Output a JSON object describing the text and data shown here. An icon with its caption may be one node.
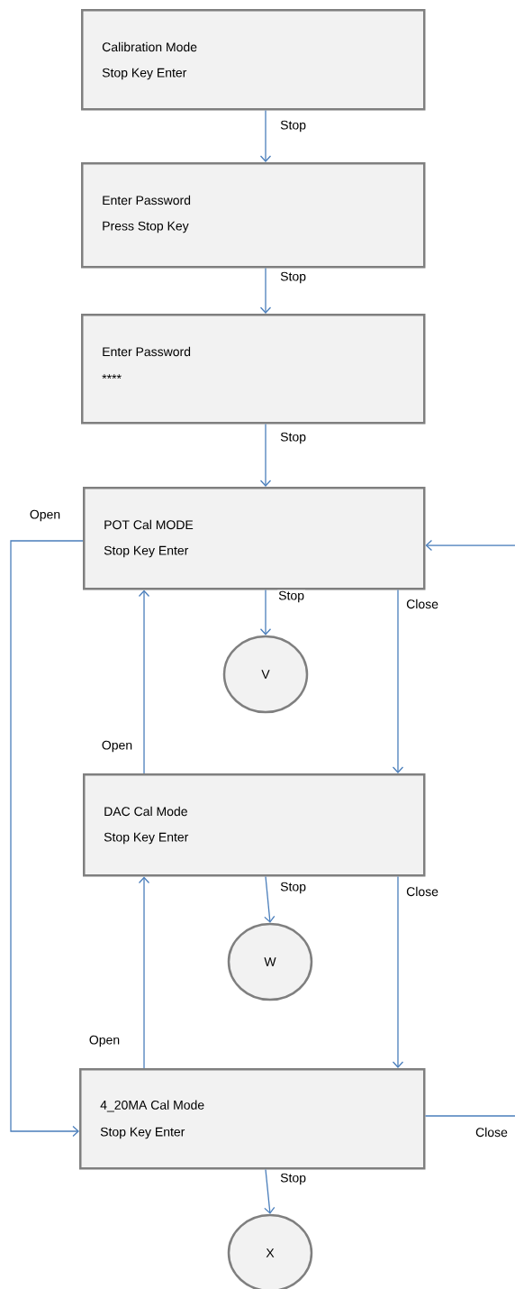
{
  "diagram": {
    "nodes": [
      {
        "text": [
          "Calibration Mode",
          "Stop Key Enter"
        ]
      },
      {
        "text": [
          "Enter Password",
          "Press Stop Key"
        ]
      },
      {
        "text": [
          "Enter Password",
          "****"
        ]
      },
      {
        "text": [
          "POT Cal MODE",
          "Stop Key Enter"
        ]
      },
      {
        "text": [
          "V"
        ]
      },
      {
        "text": [
          "DAC Cal Mode",
          "Stop Key Enter"
        ]
      },
      {
        "text": [
          "W"
        ]
      },
      {
        "text": [
          "4_20MA Cal Mode",
          "Stop Key Enter"
        ]
      },
      {
        "text": [
          "X"
        ]
      }
    ],
    "edges": [
      {
        "from": 0,
        "to": 1,
        "arrow": "to",
        "label": "Stop"
      },
      {
        "from": 1,
        "to": 2,
        "arrow": "to",
        "label": "Stop"
      },
      {
        "from": 2,
        "to": 3,
        "arrow": "to",
        "label": "Stop"
      },
      {
        "from": 3,
        "to": 4,
        "arrow": "to",
        "label": "Stop"
      },
      {
        "from": 3,
        "to": 5,
        "arrow": "to",
        "label": "Close"
      },
      {
        "from": 5,
        "to": 3,
        "arrow": "to",
        "label": "Open"
      },
      {
        "from": 5,
        "to": 6,
        "arrow": "to",
        "label": "Stop"
      },
      {
        "from": 5,
        "to": 7,
        "arrow": "to",
        "label": "Close"
      },
      {
        "from": 7,
        "to": 5,
        "arrow": "to",
        "label": "Open"
      },
      {
        "from": 3,
        "to": 7,
        "arrow": "to",
        "label": "Open"
      },
      {
        "from": null,
        "to": 3,
        "arrow": "to"
      },
      {
        "from": 7,
        "to": null,
        "arrow": "none",
        "label": "Close"
      },
      {
        "from": 7,
        "to": 8,
        "arrow": "to",
        "label": "Stop"
      }
    ]
  }
}
